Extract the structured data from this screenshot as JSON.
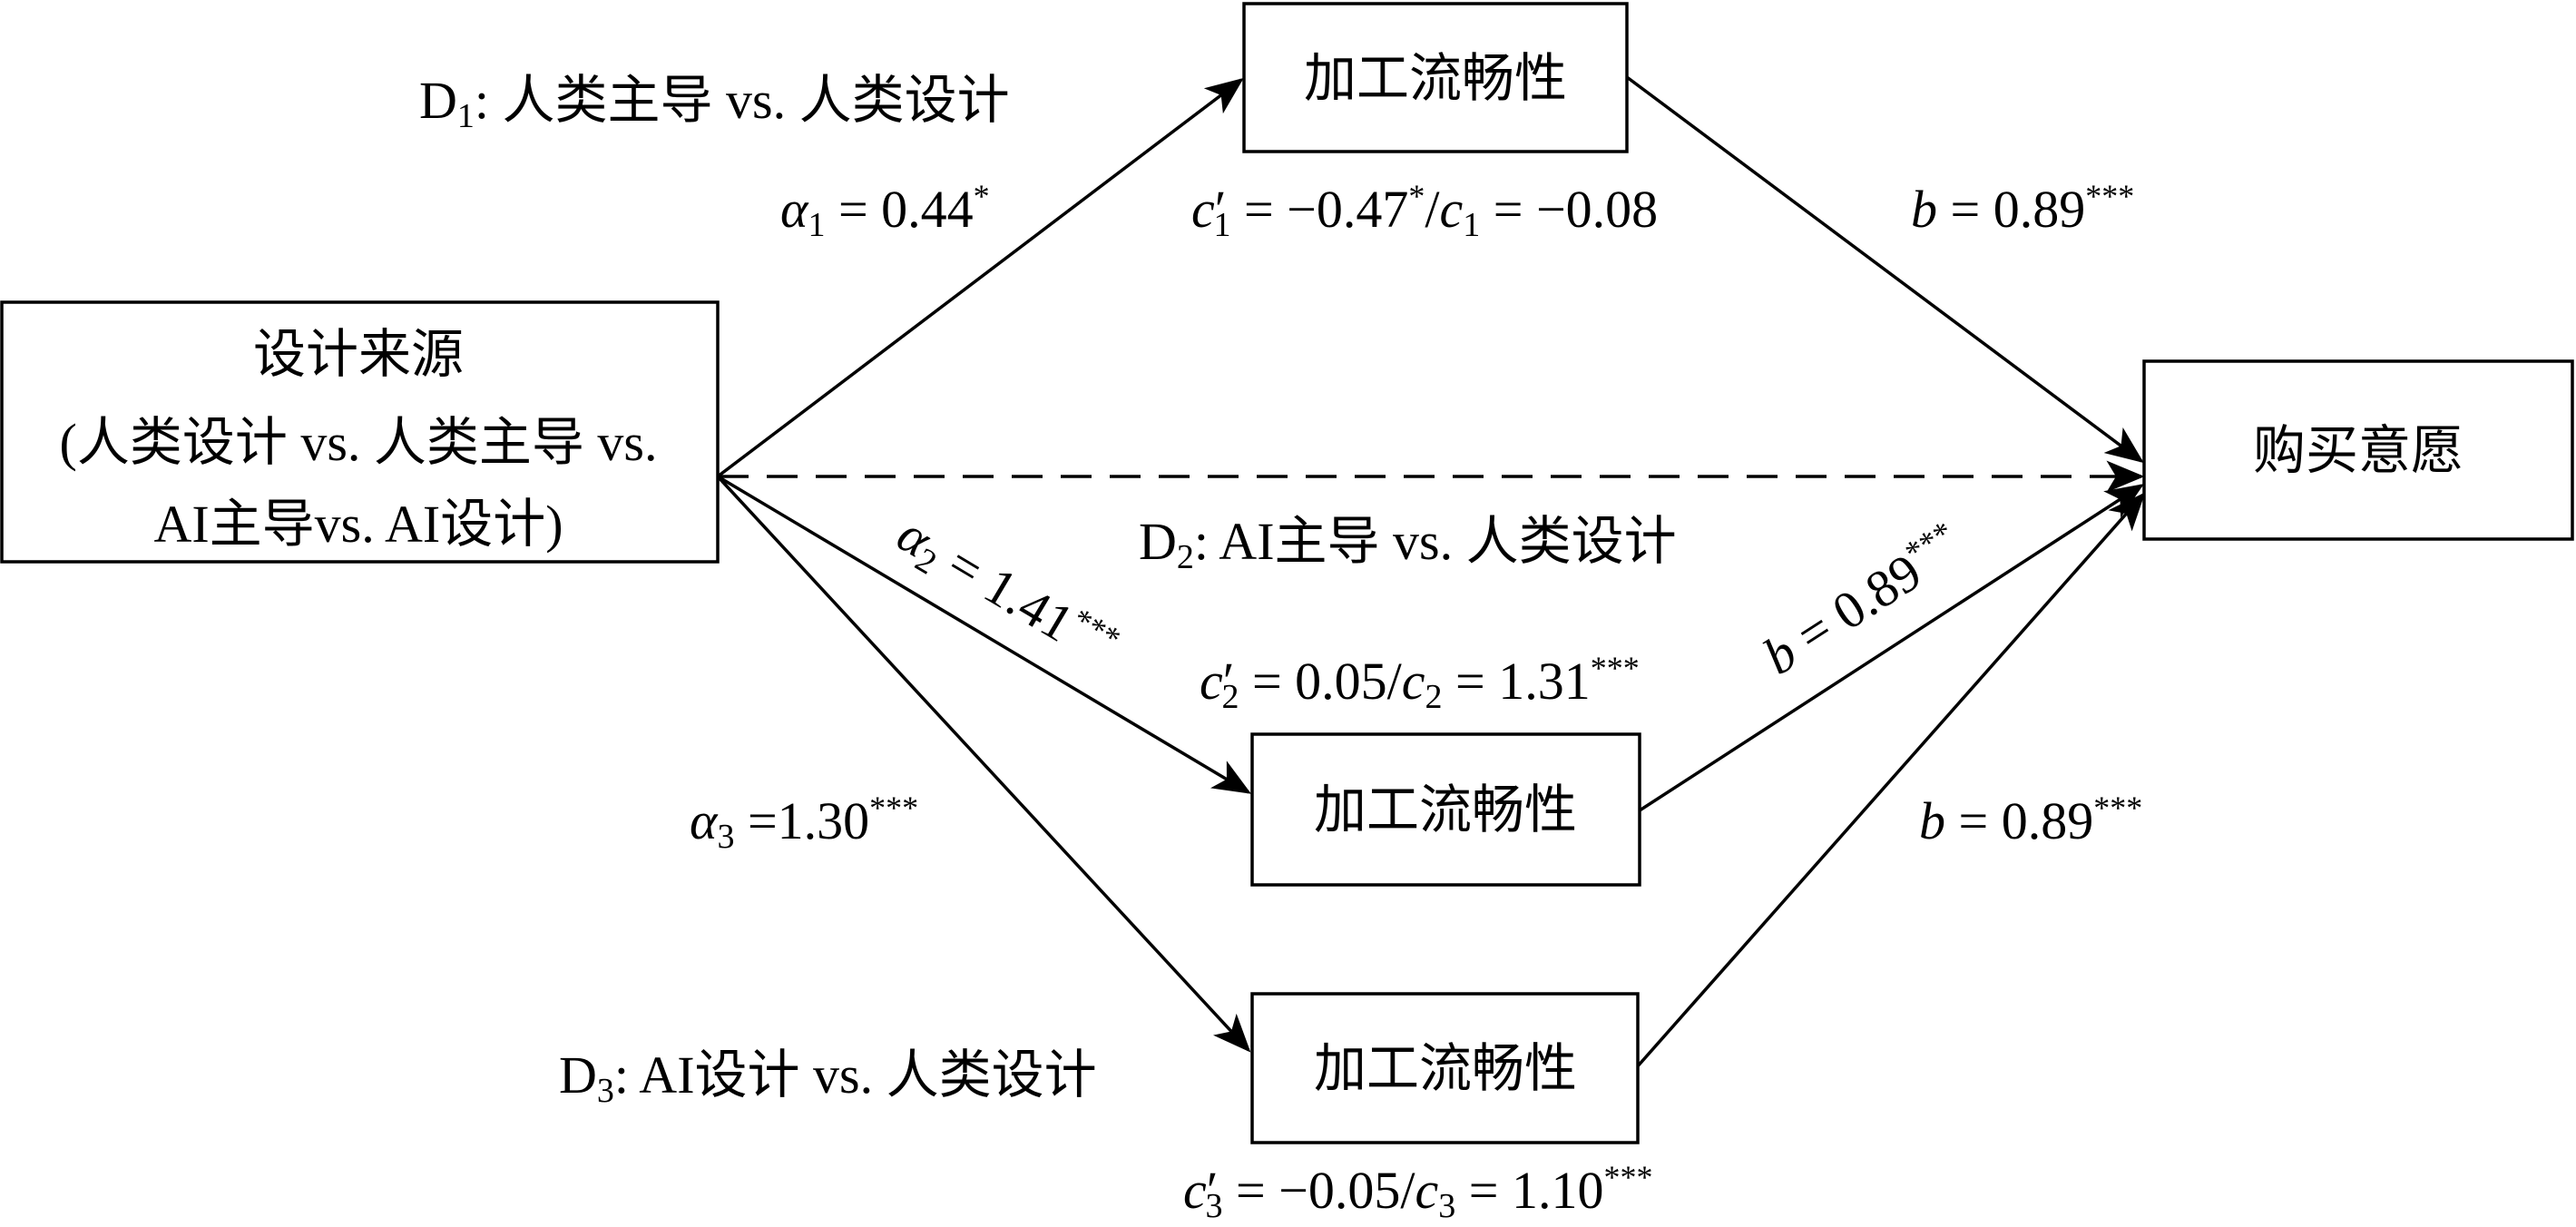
{
  "nodes": {
    "source": {
      "line1": "设计来源",
      "line2": "(人类设计 vs. 人类主导 vs.",
      "line3": "AI主导vs. AI设计)"
    },
    "mediator1": "加工流畅性",
    "mediator2": "加工流畅性",
    "mediator3": "加工流畅性",
    "outcome": "购买意愿"
  },
  "contrasts": {
    "d1": {
      "label": "D",
      "sub": "1",
      "text": ": 人类主导 vs. 人类设计"
    },
    "d2": {
      "label": "D",
      "sub": "2",
      "text": ": AI主导 vs. 人类设计"
    },
    "d3": {
      "label": "D",
      "sub": "3",
      "text": ": AI设计 vs. 人类设计"
    }
  },
  "paths": {
    "a1": {
      "sym": "α",
      "sub": "1",
      "value": " = 0.44",
      "sig": "*"
    },
    "a2": {
      "sym": "α",
      "sub": "2",
      "value": " = 1.41",
      "sig": "***"
    },
    "a3": {
      "sym": "α",
      "sub": "3",
      "value": " =1.30",
      "sig": "***"
    },
    "c1": {
      "sym": "c",
      "prime": "′",
      "sub": "1",
      "value": " = −0.47",
      "sig": "*",
      "slash": "/",
      "sym2": "c",
      "sub2": "1",
      "value2": " = −0.08",
      "sig2": ""
    },
    "c2": {
      "sym": "c",
      "prime": "′",
      "sub": "2",
      "value": " = 0.05",
      "sig": "",
      "slash": "/",
      "sym2": "c",
      "sub2": "2",
      "value2": " = 1.31",
      "sig2": "***"
    },
    "c3": {
      "sym": "c",
      "prime": "′",
      "sub": "3",
      "value": " = −0.05",
      "sig": "",
      "slash": "/",
      "sym2": "c",
      "sub2": "3",
      "value2": " = 1.10",
      "sig2": "***"
    },
    "b1": {
      "sym": "b",
      "value": " = 0.89",
      "sig": "***"
    },
    "b2": {
      "sym": "b",
      "value": " = 0.89",
      "sig": "***"
    },
    "b3": {
      "sym": "b",
      "value": " = 0.89",
      "sig": "***"
    }
  }
}
